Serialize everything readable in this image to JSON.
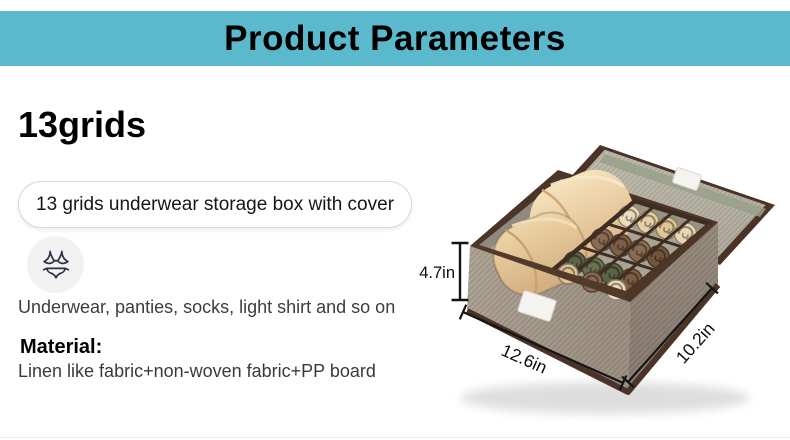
{
  "banner": {
    "title": "Product Parameters",
    "bg_color": "#5bb9ce"
  },
  "left_panel": {
    "heading": "13grids",
    "feature_pill": "13 grids underwear storage box with cover",
    "icon": "lingerie-icon",
    "usage": "Underwear, panties, socks, light shirt and so on",
    "material_label": "Material:",
    "material_value": "Linen like fabric+non-woven fabric+PP board"
  },
  "product_image": {
    "dimensions": {
      "height": "4.7in",
      "width": "12.6in",
      "depth": "10.2in"
    },
    "palette": {
      "fabric": "#a29888",
      "fabric_dark": "#8a7f70",
      "trim": "#4b3327",
      "lid_lining": "#b6b3a4",
      "interior": "#a9a395",
      "big_roll": "#ecd1a5"
    },
    "grid_rolls": [
      [
        "#ecdbba",
        "#e6cfa6",
        "#e0c496",
        "#ebd6b4"
      ],
      [
        "#8a6c52",
        "#7c5e45",
        "#8a6c52",
        "#72553d"
      ],
      [
        "#5d6345",
        "#6a7052",
        "#5d6345",
        "#7c5e45"
      ]
    ],
    "front_row_rolls": [
      "#e0c496",
      "#8a6c52",
      "#ecdbba"
    ]
  }
}
